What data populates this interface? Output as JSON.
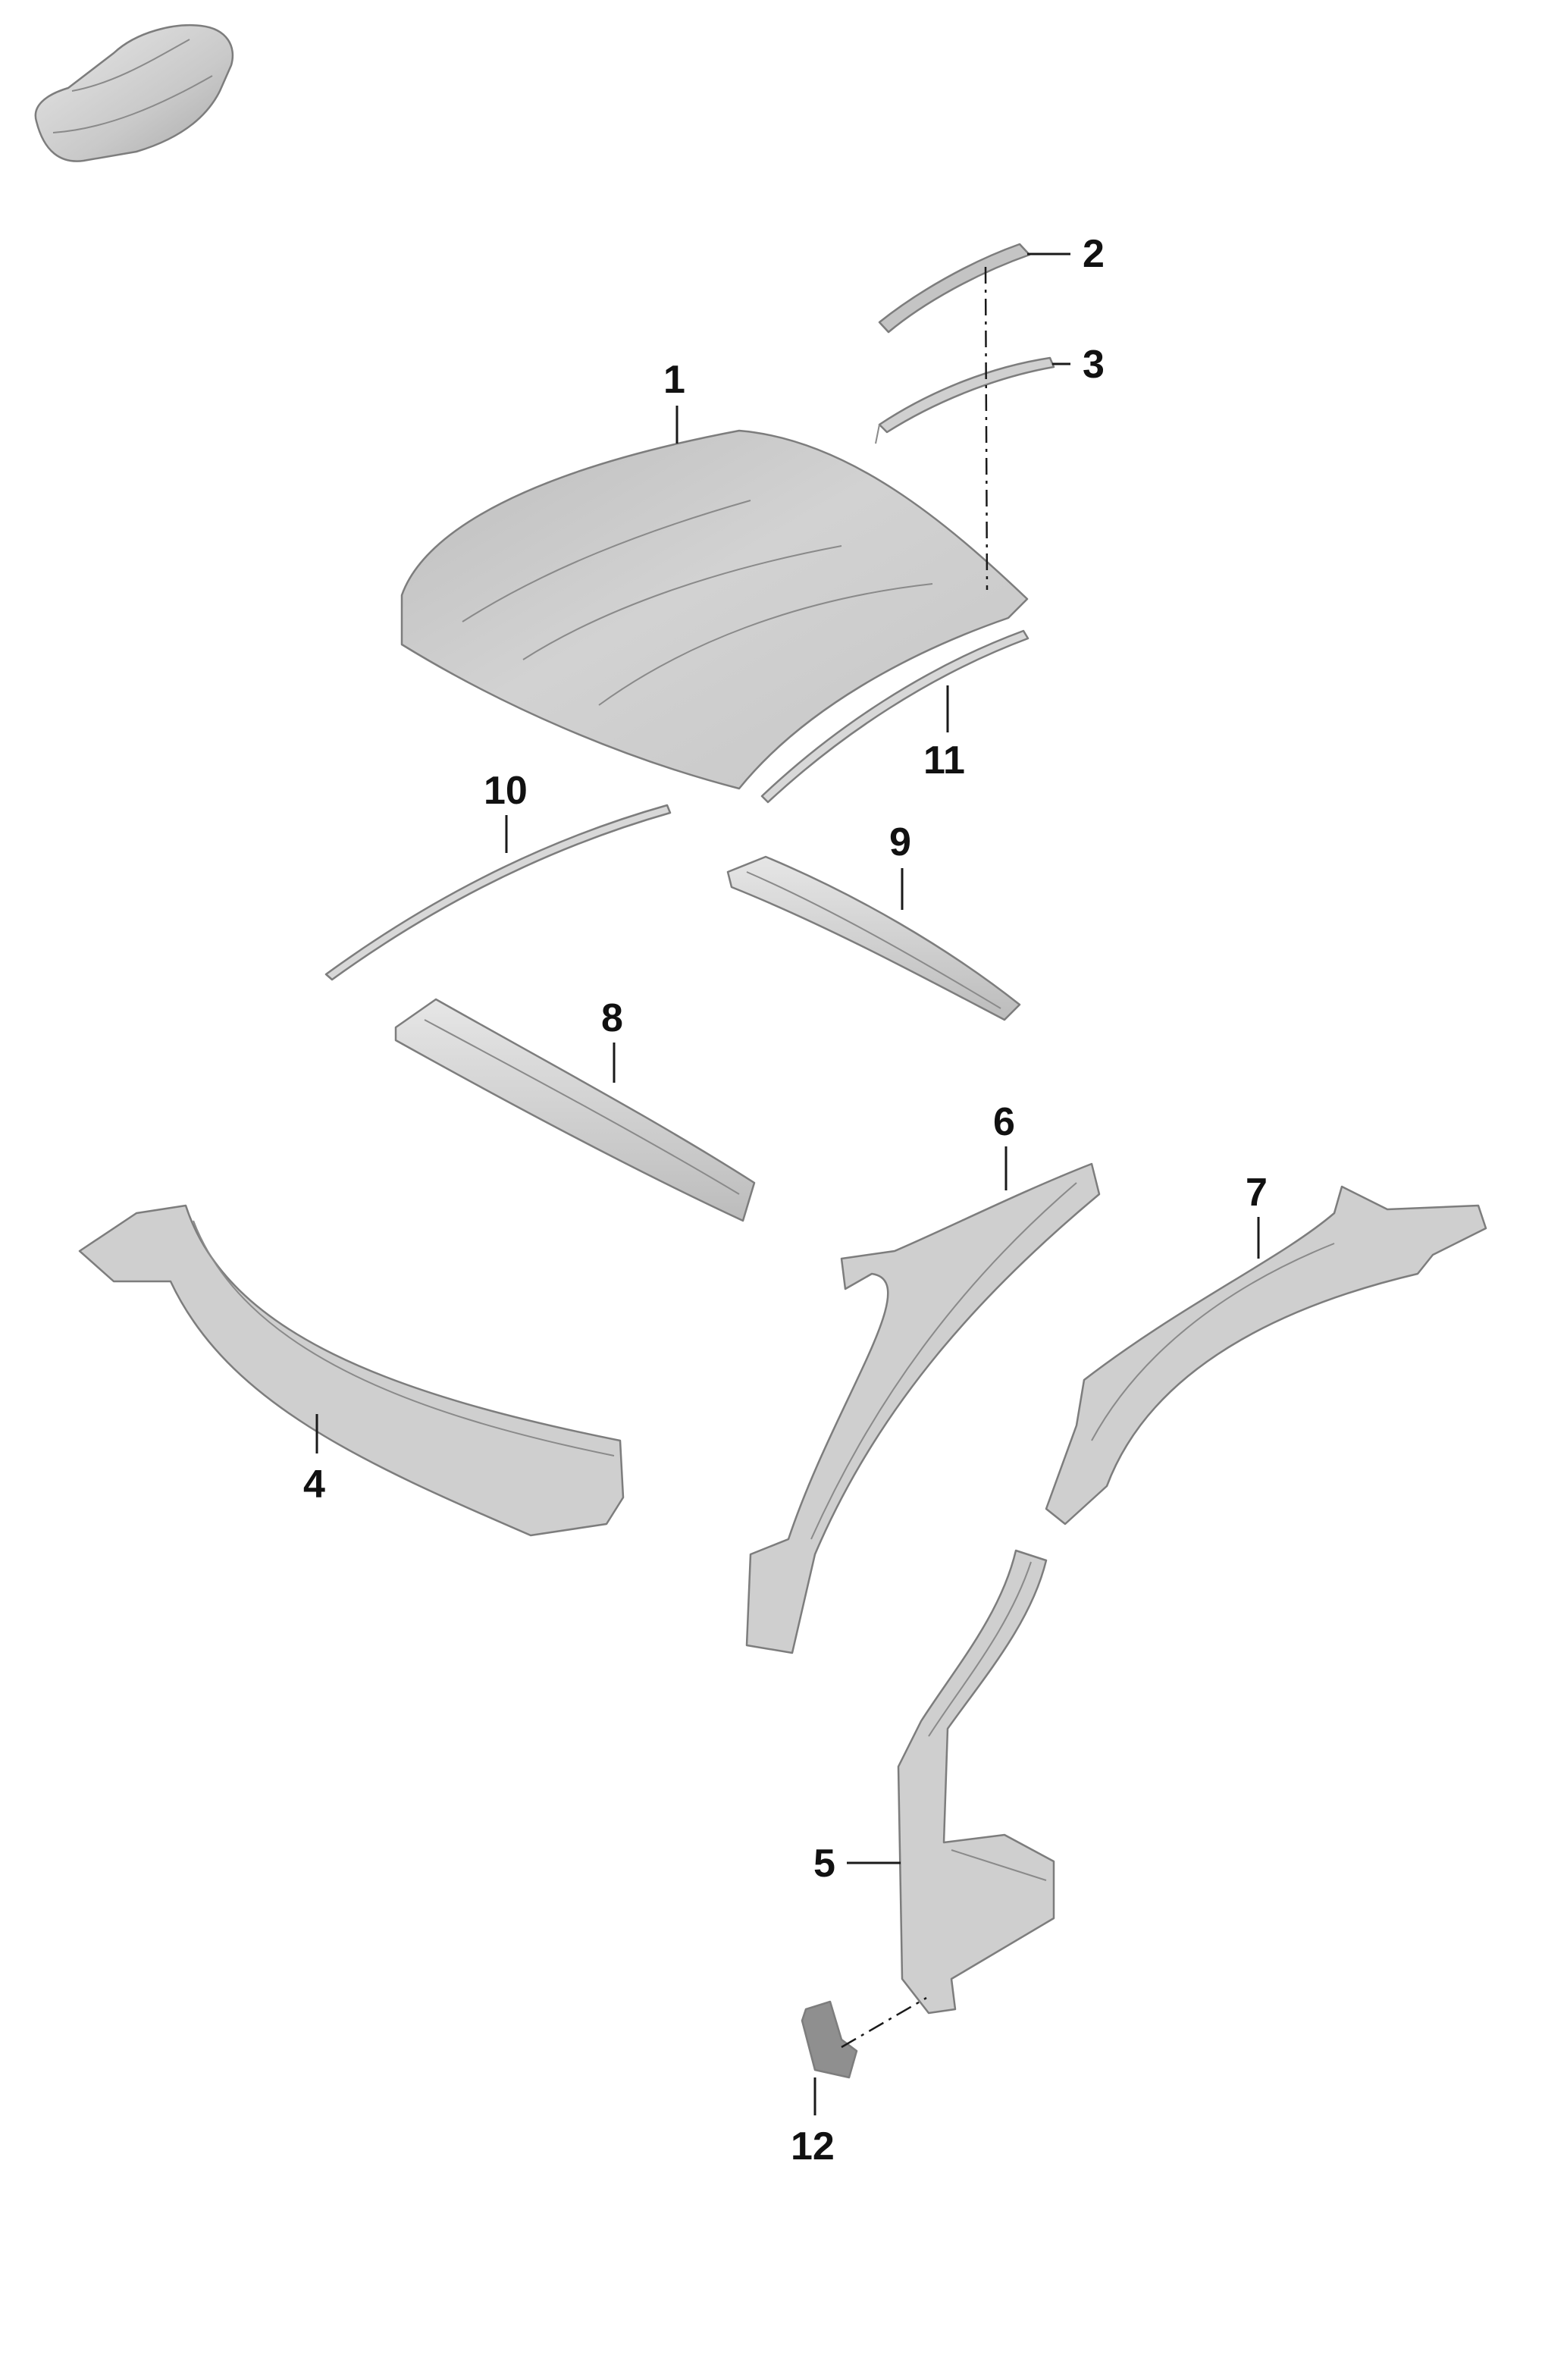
{
  "diagram": {
    "thumbnail": {
      "icon": "car-silhouette-icon"
    },
    "colors": {
      "part_fill": "#cfcfcf",
      "part_light": "#e4e4e4",
      "part_dark": "#a9a9a9",
      "panel_fill": "#8f8f8f",
      "line": "#1a1a1a"
    },
    "callouts": [
      {
        "id": "1",
        "label": "1"
      },
      {
        "id": "2",
        "label": "2"
      },
      {
        "id": "3",
        "label": "3"
      },
      {
        "id": "4",
        "label": "4"
      },
      {
        "id": "5",
        "label": "5"
      },
      {
        "id": "6",
        "label": "6"
      },
      {
        "id": "7",
        "label": "7"
      },
      {
        "id": "8",
        "label": "8"
      },
      {
        "id": "9",
        "label": "9"
      },
      {
        "id": "10",
        "label": "10"
      },
      {
        "id": "11",
        "label": "11"
      },
      {
        "id": "12",
        "label": "12"
      }
    ]
  }
}
